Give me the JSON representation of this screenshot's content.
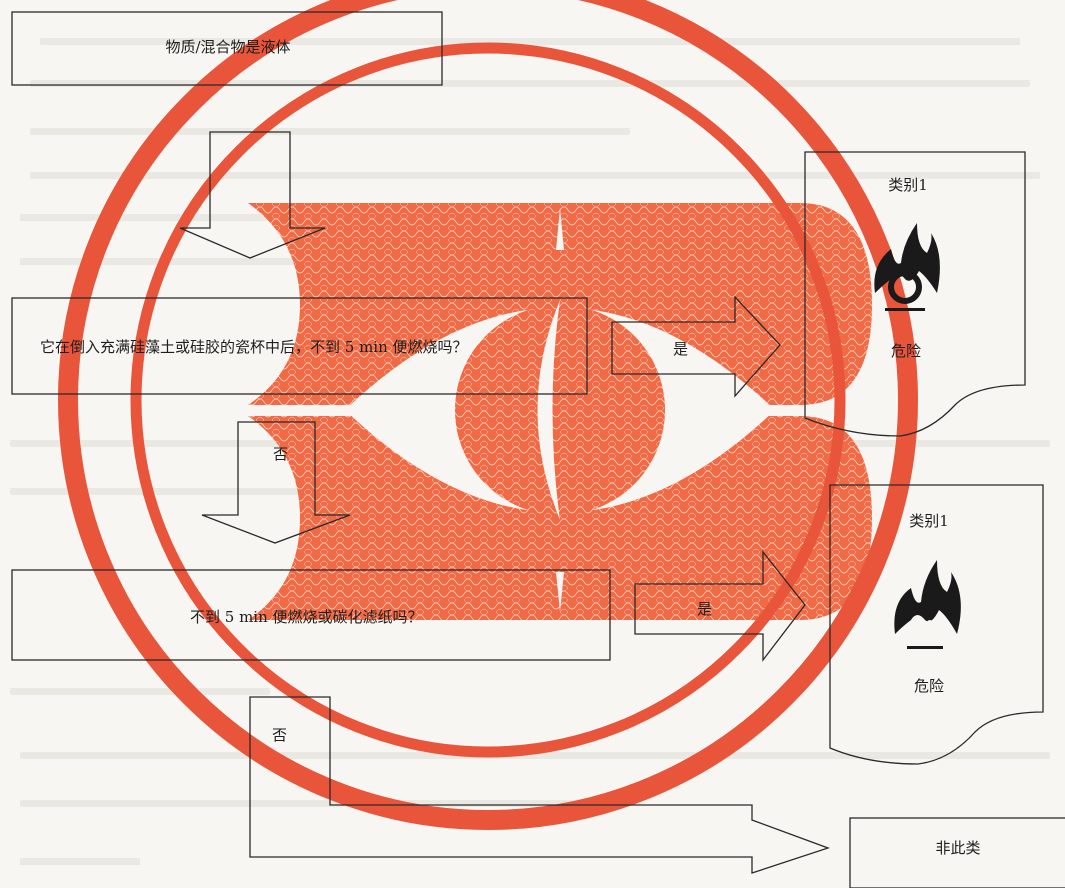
{
  "flowchart": {
    "start": "物质/混合物是液体",
    "question1": "它在倒入充满硅藻土或硅胶的瓷杯中后，不到 5  min 便燃烧吗？",
    "question2": "不到 5  min 便燃烧或碳化滤纸吗？",
    "yes_label_1": "是",
    "yes_label_2": "是",
    "no_label_1": "否",
    "no_label_2": "否",
    "result_1": {
      "category": "类别1",
      "signal": "危险",
      "icon": "flame-over-circle-icon"
    },
    "result_2": {
      "category": "类别1",
      "signal": "危险",
      "icon": "flame-icon"
    },
    "result_not_classified": "非此类"
  },
  "watermark": {
    "stamp_color": "#e8553a",
    "logo_color": "#f06a45"
  }
}
